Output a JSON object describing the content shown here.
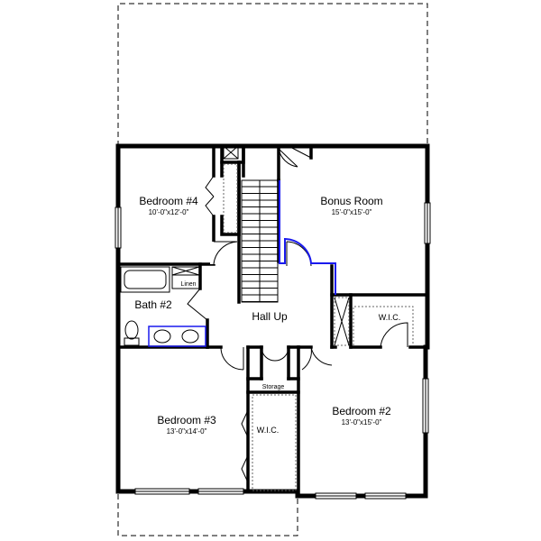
{
  "rooms": {
    "bedroom4": {
      "name": "Bedroom #4",
      "size": "10'-0\"x12'-0\""
    },
    "bonus": {
      "name": "Bonus Room",
      "size": "15'-0\"x15'-0\""
    },
    "bath2": {
      "name": "Bath #2"
    },
    "linen": {
      "name": "Linen"
    },
    "hall": {
      "name": "Hall Up"
    },
    "wic_right": {
      "name": "W.I.C."
    },
    "storage": {
      "name": "Storage"
    },
    "bedroom3": {
      "name": "Bedroom #3",
      "size": "13'-0\"x14'-0\""
    },
    "bedroom2": {
      "name": "Bedroom #2",
      "size": "13'-0\"x15'-0\""
    },
    "wic_center": {
      "name": "W.I.C."
    }
  },
  "colors": {
    "wall": "#000000",
    "stair_rail": "#1a1aee",
    "fixture": "#1a1aee"
  }
}
